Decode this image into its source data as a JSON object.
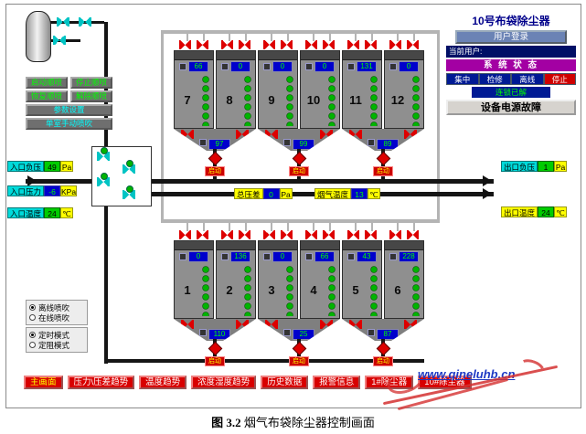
{
  "title": "10号布袋除尘器",
  "caption": {
    "figure_no": "图 3.2",
    "title": " 烟气布袋除尘器控制画面"
  },
  "header": {
    "login": "用户登录",
    "current_user": "当前用户:",
    "system_status": "系 统 状 态",
    "status_cells": [
      "集中",
      "检修",
      "离线",
      "停止"
    ],
    "interlock": "连锁已解",
    "power_fault": "设备电源故障"
  },
  "controls": {
    "start_seq": "启动顺喷",
    "stop_seq": "停止顺喷",
    "resume_seq": "恢复顺喷",
    "release_seq": "解除顺喷",
    "param_set": "参数设置",
    "manual_pulse": "单室手动喷吹"
  },
  "modes": {
    "group1": [
      {
        "label": "离线喷吹",
        "selected": true
      },
      {
        "label": "在线喷吹",
        "selected": false
      }
    ],
    "group2": [
      {
        "label": "定时模式",
        "selected": true
      },
      {
        "label": "定阻模式",
        "selected": false
      }
    ]
  },
  "measurements": {
    "inlet": [
      {
        "label": "入口负压",
        "value": "49",
        "unit": "Pa"
      },
      {
        "label": "入口压力",
        "value": "-6",
        "unit": "KPa"
      },
      {
        "label": "入口温度",
        "value": "24",
        "unit": "℃"
      }
    ],
    "center": [
      {
        "label": "总压差",
        "value": "0",
        "unit": "Pa"
      },
      {
        "label": "烟气温度",
        "value": "13",
        "unit": "℃"
      }
    ],
    "outlet": [
      {
        "label": "出口负压",
        "value": "1",
        "unit": "Pa"
      },
      {
        "label": "出口温度",
        "value": "24",
        "unit": "℃"
      }
    ]
  },
  "rows": [
    {
      "key": "top",
      "chambers": [
        {
          "no": "7",
          "count": "66"
        },
        {
          "no": "8",
          "count": "0"
        },
        {
          "no": "9",
          "count": "0"
        },
        {
          "no": "10",
          "count": "0"
        },
        {
          "no": "11",
          "count": "131"
        },
        {
          "no": "12",
          "count": "0"
        }
      ],
      "hoppers": [
        {
          "value": "97",
          "state": "启动"
        },
        {
          "value": "99",
          "state": "启动"
        },
        {
          "value": "89",
          "state": "启动"
        }
      ]
    },
    {
      "key": "bottom",
      "chambers": [
        {
          "no": "1",
          "count": "0"
        },
        {
          "no": "2",
          "count": "136"
        },
        {
          "no": "3",
          "count": "0"
        },
        {
          "no": "4",
          "count": "66"
        },
        {
          "no": "5",
          "count": "43"
        },
        {
          "no": "6",
          "count": "228"
        }
      ],
      "hoppers": [
        {
          "value": "110",
          "state": "启动"
        },
        {
          "value": "25",
          "state": "启动"
        },
        {
          "value": "87",
          "state": "启动"
        }
      ]
    }
  ],
  "nav": [
    "主画面",
    "压力\\压差趋势",
    "温度趋势",
    "浓度湿度趋势",
    "历史数据",
    "报警信息",
    "1#除尘器",
    "10#除尘器"
  ],
  "watermark": {
    "url": "www.qineluhb.cn"
  }
}
